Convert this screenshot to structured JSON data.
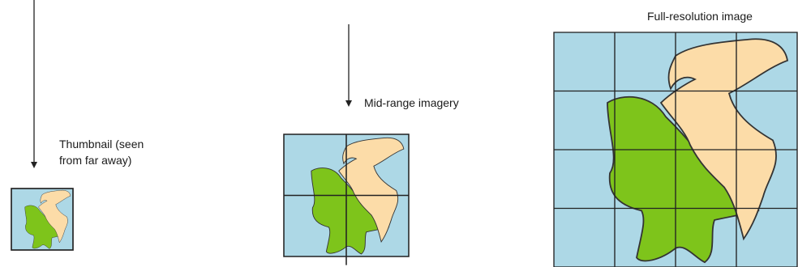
{
  "labels": {
    "thumbnail_line1": "Thumbnail (seen",
    "thumbnail_line2": "from far away)",
    "mid_range": "Mid-range imagery",
    "full_resolution": "Full-resolution image"
  },
  "colors": {
    "tile_background": "#add8e6",
    "green_region": "#7ec41b",
    "tan_region": "#fcdca8",
    "grid_lines": "#222222"
  }
}
